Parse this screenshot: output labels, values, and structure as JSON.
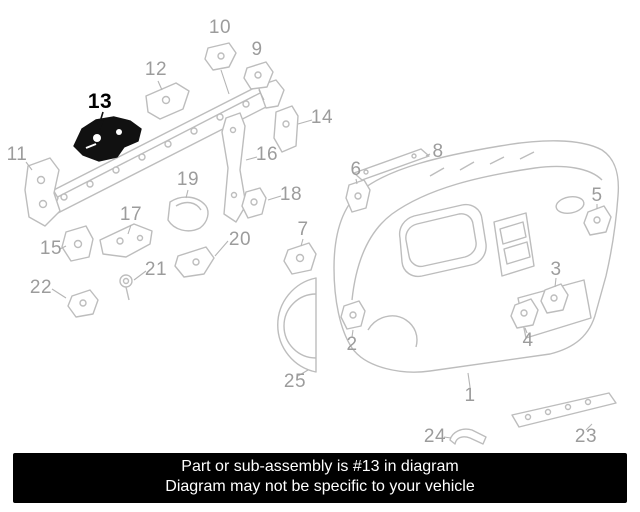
{
  "diagram": {
    "highlighted_part": "13",
    "colors": {
      "highlight": "#111111",
      "line_art": "#bdbdbd",
      "label": "#9c9c9c"
    },
    "labels": [
      {
        "number": "1"
      },
      {
        "number": "2"
      },
      {
        "number": "3"
      },
      {
        "number": "4"
      },
      {
        "number": "5"
      },
      {
        "number": "6"
      },
      {
        "number": "7"
      },
      {
        "number": "8"
      },
      {
        "number": "9"
      },
      {
        "number": "10"
      },
      {
        "number": "11"
      },
      {
        "number": "12"
      },
      {
        "number": "13"
      },
      {
        "number": "14"
      },
      {
        "number": "15"
      },
      {
        "number": "16"
      },
      {
        "number": "17"
      },
      {
        "number": "18"
      },
      {
        "number": "19"
      },
      {
        "number": "20"
      },
      {
        "number": "21"
      },
      {
        "number": "22"
      },
      {
        "number": "23"
      },
      {
        "number": "24"
      },
      {
        "number": "25"
      }
    ]
  },
  "banner": {
    "line1": "Part or sub-assembly is #13 in diagram",
    "line2": "Diagram may not be specific to your vehicle"
  }
}
